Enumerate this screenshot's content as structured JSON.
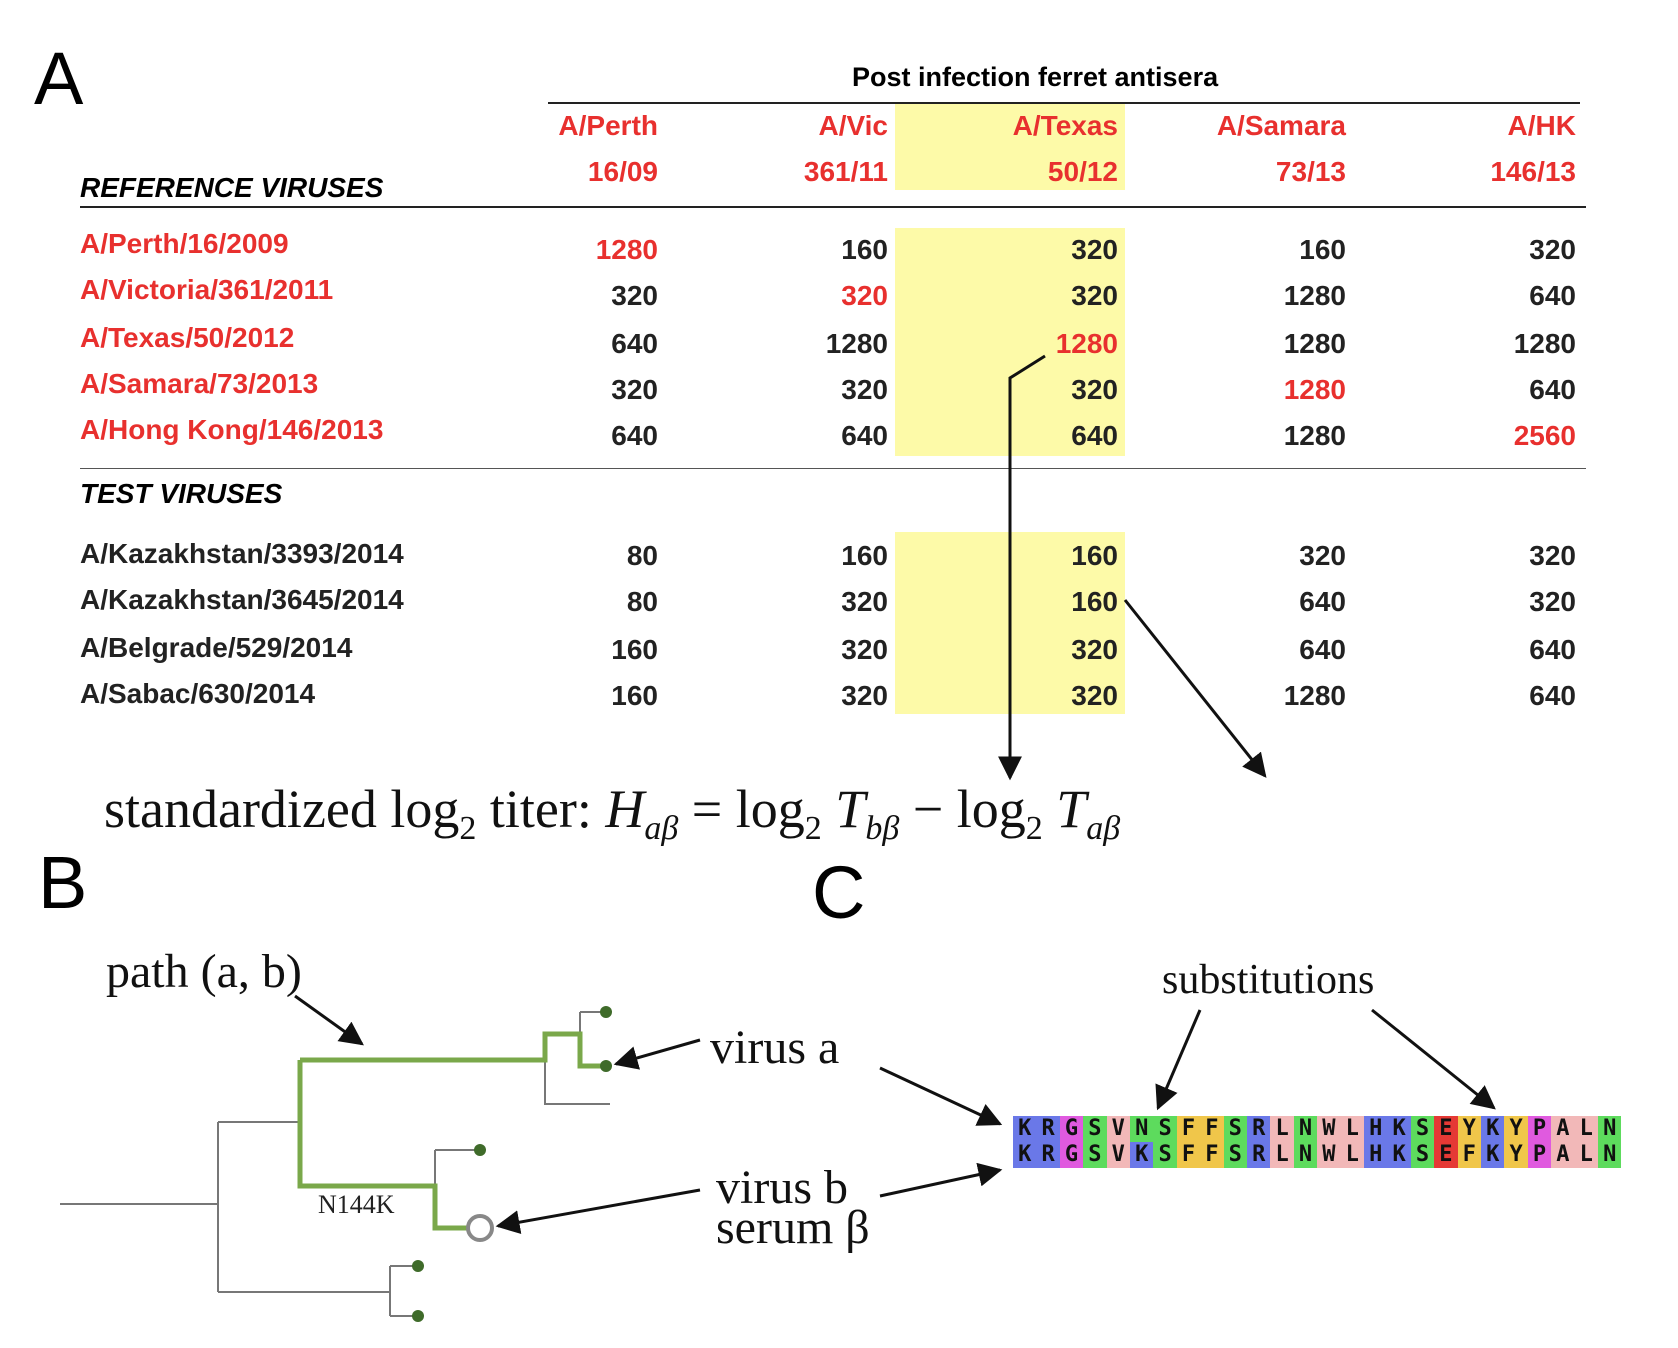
{
  "panels": {
    "a": "A",
    "b": "B",
    "c": "C"
  },
  "table": {
    "header_title": "Post infection ferret antisera",
    "columns": [
      {
        "name": "A/Perth",
        "code": "16/09"
      },
      {
        "name": "A/Vic",
        "code": "361/11"
      },
      {
        "name": "A/Texas",
        "code": "50/12"
      },
      {
        "name": "A/Samara",
        "code": "73/13"
      },
      {
        "name": "A/HK",
        "code": "146/13"
      }
    ],
    "reference_heading": "REFERENCE VIRUSES",
    "test_heading": "TEST VIRUSES",
    "highlighted_column": 2,
    "reference_rows": [
      {
        "name": "A/Perth/16/2009",
        "values": [
          "1280",
          "160",
          "320",
          "160",
          "320"
        ],
        "homologous": 0
      },
      {
        "name": "A/Victoria/361/2011",
        "values": [
          "320",
          "320",
          "320",
          "1280",
          "640"
        ],
        "homologous": 1
      },
      {
        "name": "A/Texas/50/2012",
        "values": [
          "640",
          "1280",
          "1280",
          "1280",
          "1280"
        ],
        "homologous": 2
      },
      {
        "name": "A/Samara/73/2013",
        "values": [
          "320",
          "320",
          "320",
          "1280",
          "640"
        ],
        "homologous": 3
      },
      {
        "name": "A/Hong Kong/146/2013",
        "values": [
          "640",
          "640",
          "640",
          "1280",
          "2560"
        ],
        "homologous": 4
      }
    ],
    "test_rows": [
      {
        "name": "A/Kazakhstan/3393/2014",
        "values": [
          "80",
          "160",
          "160",
          "320",
          "320"
        ]
      },
      {
        "name": "A/Kazakhstan/3645/2014",
        "values": [
          "80",
          "320",
          "160",
          "640",
          "320"
        ]
      },
      {
        "name": "A/Belgrade/529/2014",
        "values": [
          "160",
          "320",
          "320",
          "640",
          "640"
        ]
      },
      {
        "name": "A/Sabac/630/2014",
        "values": [
          "160",
          "320",
          "320",
          "1280",
          "640"
        ]
      }
    ]
  },
  "formula": {
    "prefix": "standardized log",
    "sub2": "2",
    "titer_label": " titer: ",
    "H": "H",
    "sub_ab": "aβ",
    "equals": " = log",
    "T": "T",
    "sub_bb": "bβ",
    "minus": " − log"
  },
  "tree": {
    "path_label": "path (a, b)",
    "mutation_label": "N144K",
    "virus_a_label": "virus a",
    "virus_b_label": "virus b",
    "serum_label": "serum β",
    "path_color": "#7aa84a",
    "node_color": "#3f6b2a"
  },
  "alignment": {
    "substitutions_label": "substitutions",
    "seq_a": "KRGSVNSFFSRLNWLHKSEYKYPALN",
    "seq_b": "KRGSVKSFFSRLNWLHKSEFKYPALN",
    "colors": {
      "K": "#6a78e8",
      "R": "#6a78e8",
      "H": "#6a78e8",
      "G": "#e05adf",
      "P": "#e05adf",
      "S": "#5ddb5d",
      "N": "#5ddb5d",
      "Y": "#f0c64a",
      "V": "#f0c64a",
      "F": "#f0c64a",
      "W": "#f0c64a",
      "L": "#f0c64a",
      "A": "#f0c64a",
      "E": "#e53935"
    },
    "colors_b_override": {
      "5": "#6a78e8",
      "19": "#f0c64a"
    }
  },
  "colors": {
    "reference": "#e8302e",
    "highlight": "#fdfaa8",
    "black": "#222222"
  }
}
